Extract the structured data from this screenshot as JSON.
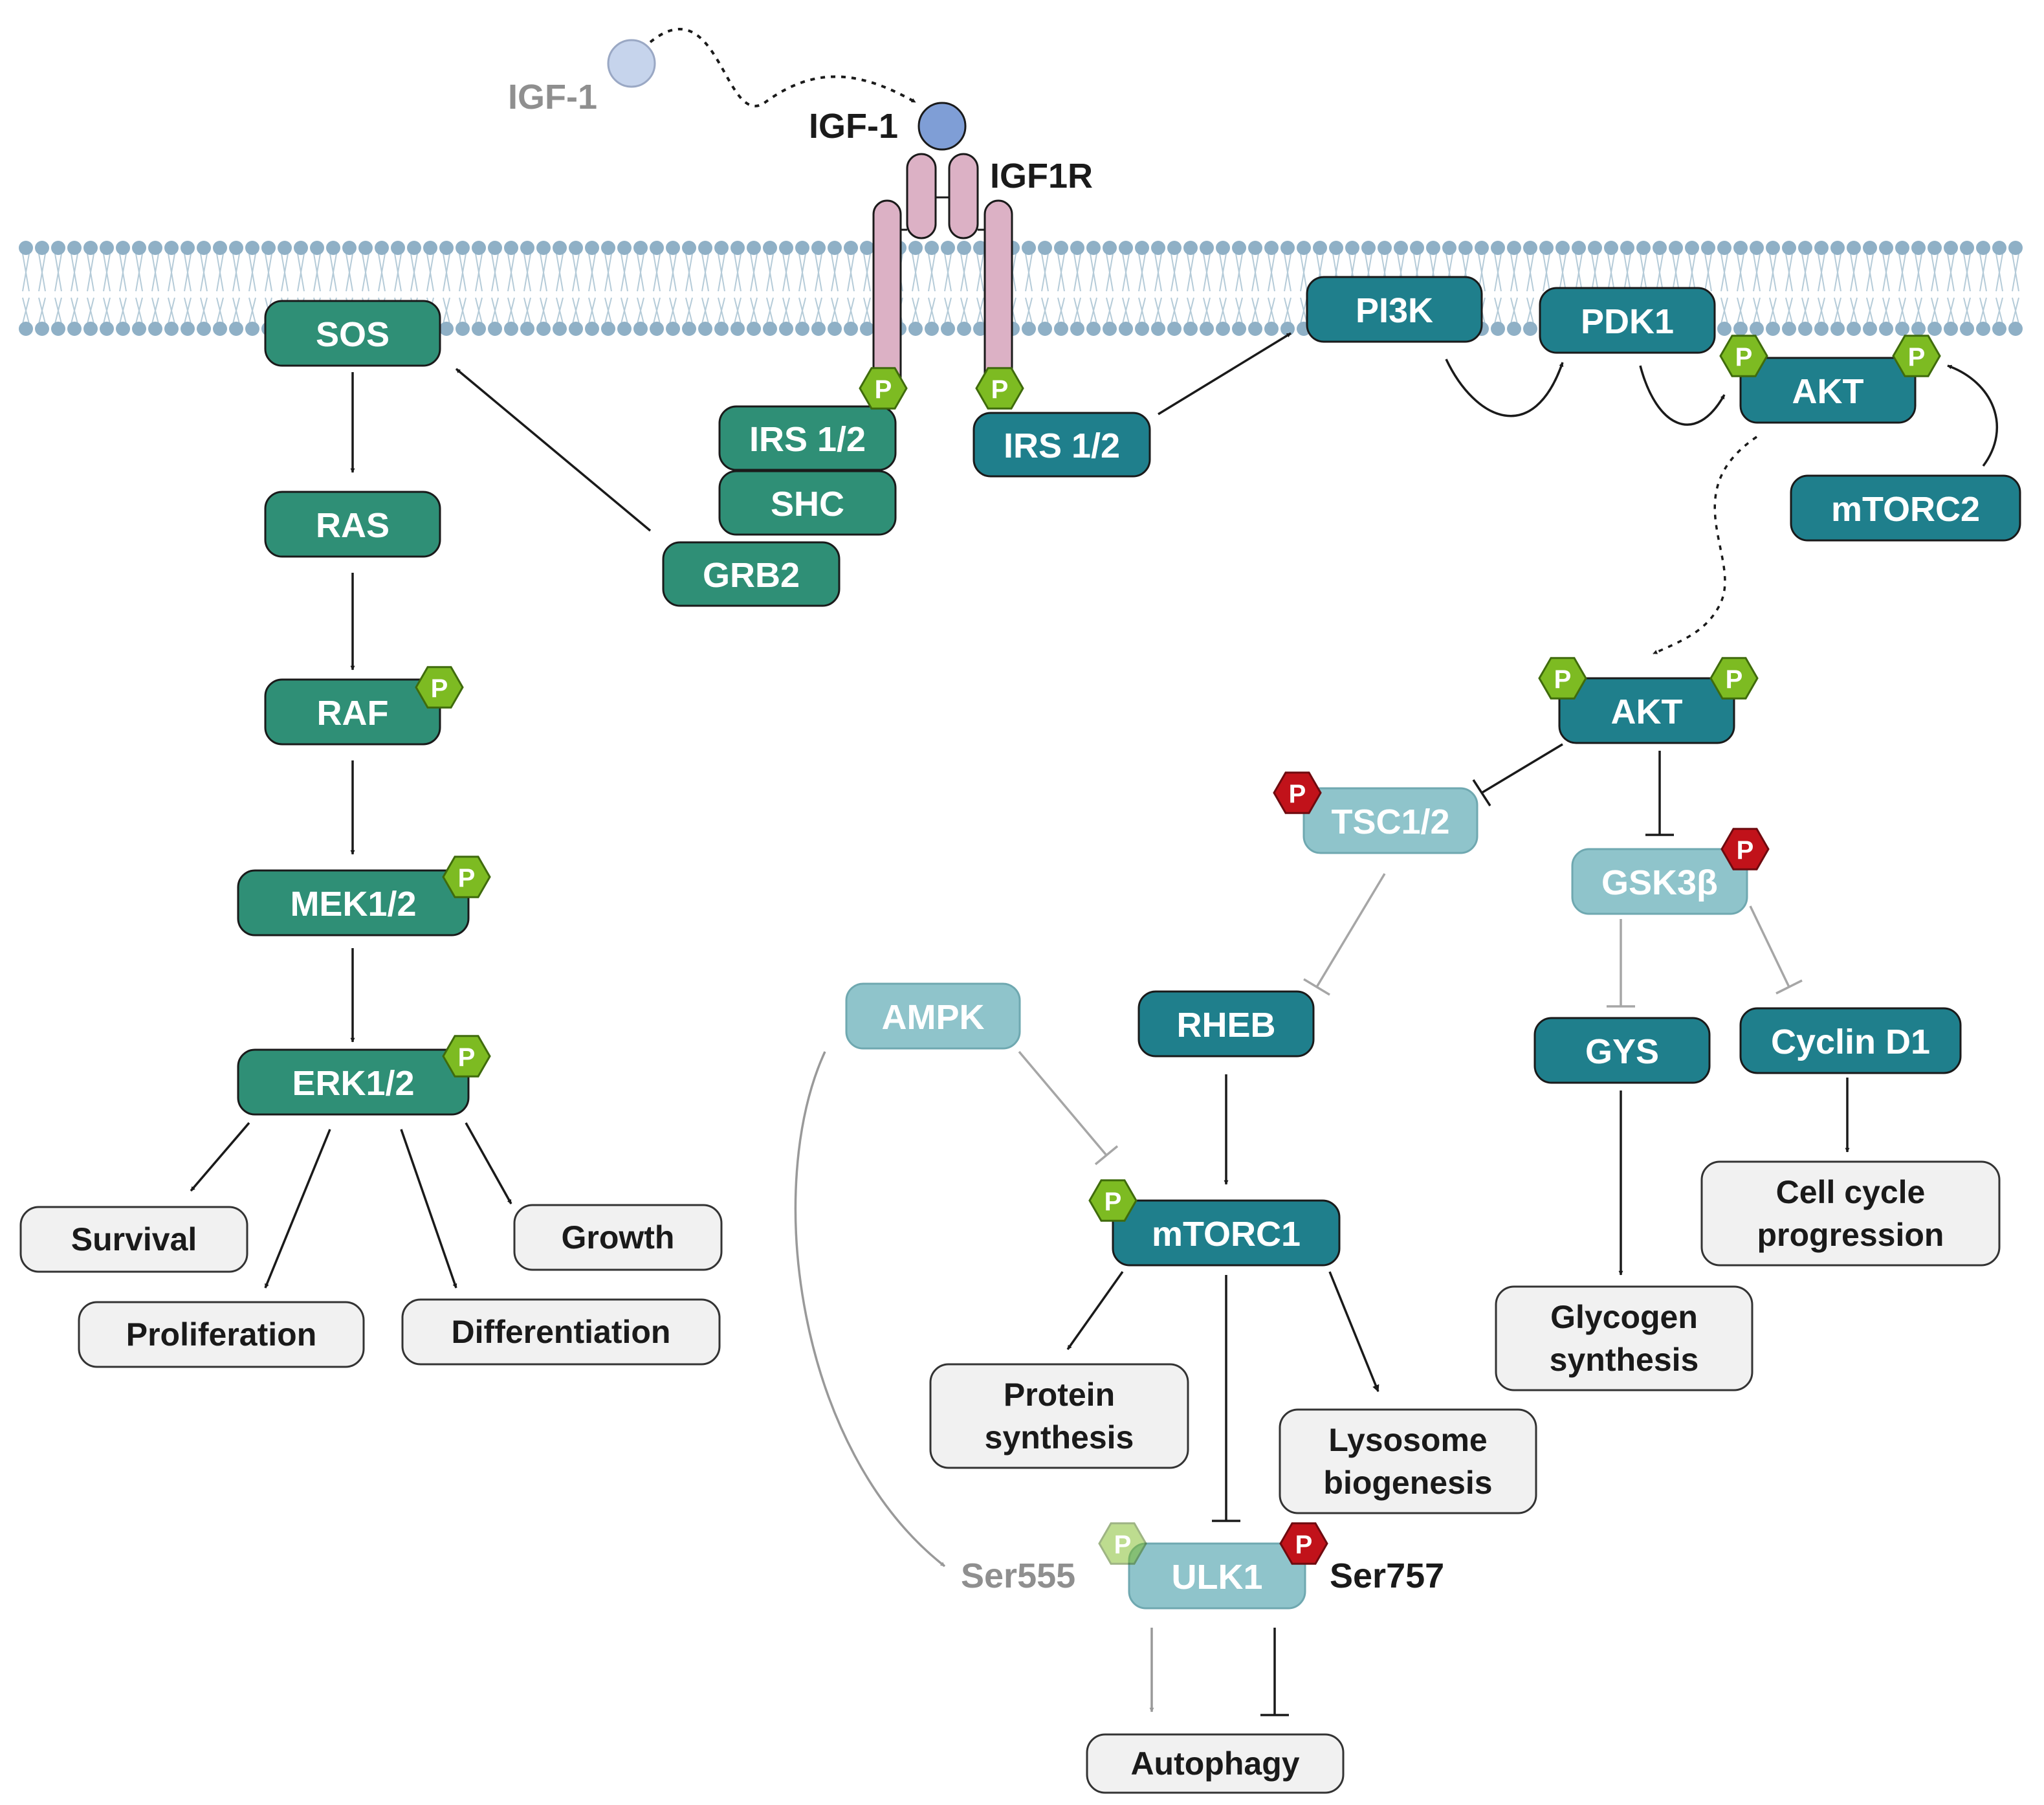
{
  "ligand_free": "IGF-1",
  "ligand_bound": "IGF-1",
  "receptor": "IGF1R",
  "phospho_symbol": "P",
  "nodes": {
    "sos": "SOS",
    "ras": "RAS",
    "raf": "RAF",
    "mek": "MEK1/2",
    "erk": "ERK1/2",
    "irs_left": "IRS 1/2",
    "shc": "SHC",
    "grb2": "GRB2",
    "irs_right": "IRS 1/2",
    "pi3k": "PI3K",
    "pdk1": "PDK1",
    "akt_membrane": "AKT",
    "mtorc2": "mTORC2",
    "akt": "AKT",
    "tsc": "TSC1/2",
    "gsk": "GSK3β",
    "ampk": "AMPK",
    "rheb": "RHEB",
    "gys": "GYS",
    "cyclin": "Cyclin D1",
    "mtorc1": "mTORC1",
    "ulk1": "ULK1"
  },
  "sites": {
    "ser555": "Ser555",
    "ser757": "Ser757"
  },
  "outcomes": {
    "survival": "Survival",
    "growth": "Growth",
    "proliferation": "Proliferation",
    "differentiation": "Differentiation",
    "protein_synthesis": [
      "Protein",
      "synthesis"
    ],
    "lysosome": [
      "Lysosome",
      "biogenesis"
    ],
    "glycogen": [
      "Glycogen",
      "synthesis"
    ],
    "cellcycle": [
      "Cell cycle",
      "progression"
    ],
    "autophagy": "Autophagy"
  },
  "colors": {
    "mapk_green": "#2f8f76",
    "akt_teal": "#1f7f8c",
    "light_teal": "#8fc4cb",
    "phospho_green": "#7dbb22",
    "phospho_red": "#c1121a",
    "receptor_pink": "#dcb1c5",
    "ligand_blue": "#7f9ed6",
    "membrane": "#8fb0c6"
  }
}
